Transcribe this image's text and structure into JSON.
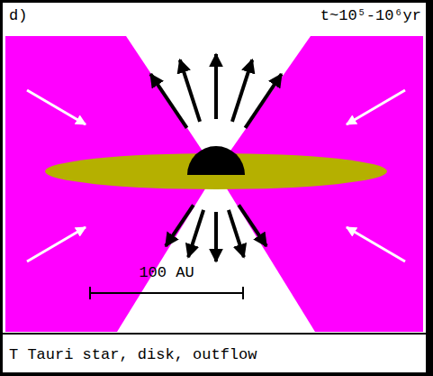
{
  "diagram": {
    "caption": "T Tauri star, disk, outflow",
    "labels": [
      "d)",
      "t~10⁵-10⁶yr",
      "100 AU"
    ]
  }
}
